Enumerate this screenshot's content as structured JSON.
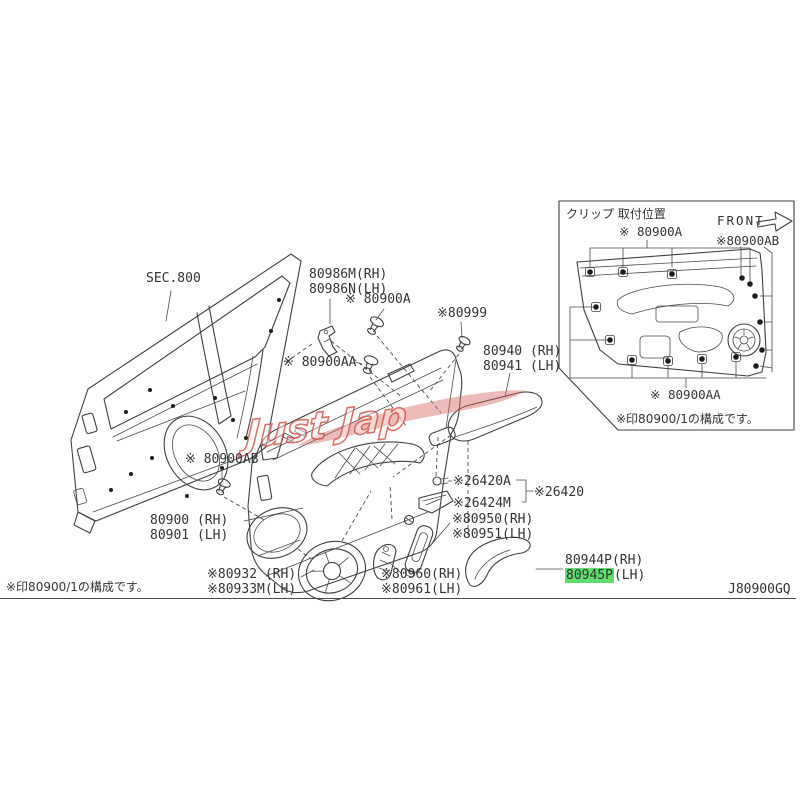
{
  "diagram_code": "J80900GQ",
  "footer_note": "※印80900/1の構成です。",
  "watermark": "Just Jap",
  "colors": {
    "line": "#3f3f3f",
    "highlight_green": "#5fdd6e",
    "watermark_red": "#d4695f"
  },
  "labels": {
    "sec": "SEC.800",
    "p80986_rh": "80986M(RH)",
    "p80986_lh": "80986N(LH)",
    "p80900a": "※ 80900A",
    "p80999": "※80999",
    "p80940_rh": "80940 (RH)",
    "p80940_lh": "80941 (LH)",
    "p80900aa": "※ 80900AA",
    "p80900ab": "※ 80900AB",
    "p80900_rh": "80900 (RH)",
    "p80900_lh": "80901 (LH)",
    "p26420a": "※26420A",
    "p26424m": "※26424M",
    "p26420": "※26420",
    "p80950_rh": "※80950(RH)",
    "p80950_lh": "※80951(LH)",
    "p80932_rh": "※80932 (RH)",
    "p80932_lh": "※80933M(LH)",
    "p80960_rh": "※80960(RH)",
    "p80960_lh": "※80961(LH)",
    "p80944_rh": "80944P(RH)",
    "p80945_num": "80945P",
    "p80945_suffix": "(LH)"
  },
  "inset": {
    "title": "クリップ 取付位置",
    "front": "FRONT",
    "p80900a": "※ 80900A",
    "p80900ab": "※80900AB",
    "p80900aa": "※ 80900AA",
    "note": "※印80900/1の構成です。"
  }
}
